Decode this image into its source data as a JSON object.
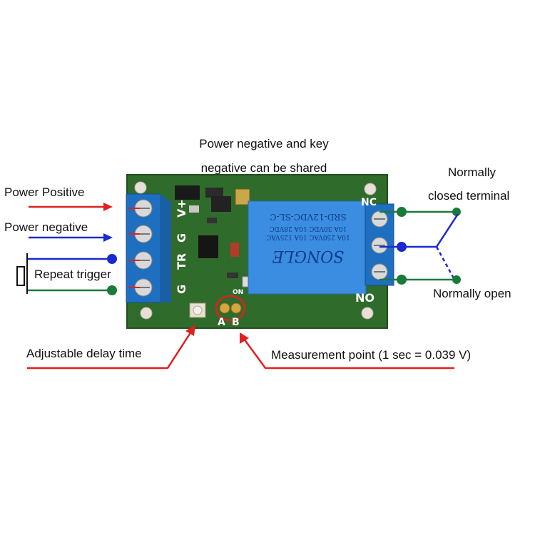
{
  "labels": {
    "top_note_line1": "Power negative and key",
    "top_note_line2": "negative can be shared",
    "power_positive": "Power Positive",
    "power_negative": "Power negative",
    "repeat_trigger": "Repeat trigger",
    "normally_closed_line1": "Normally",
    "normally_closed_line2": "closed terminal",
    "normally_open": "Normally open",
    "adjustable_delay": "Adjustable delay time",
    "measurement_point": "Measurement point (1 sec = 0.039 V)"
  },
  "board": {
    "pins": [
      "V+",
      "G",
      "TR",
      "G"
    ],
    "test_points": [
      "A",
      "B"
    ],
    "switch_label": "ON",
    "relay_terminal_top": "NC",
    "relay_terminal_bottom": "NO",
    "relay_brand": "SONGLE",
    "relay_model": "SRD-12VDC-SL-C",
    "relay_rating1": "10A 250VAC 10A 125VAC",
    "relay_rating2": "10A 30VDC 10A 28VDC"
  },
  "colors": {
    "pcb": "#2f6b2a",
    "terminal_blue": "#1f6fc0",
    "relay_blue": "#3a8de0",
    "wire_red": "#e02020",
    "wire_blue": "#1a2ad0",
    "wire_green": "#1a7a3a"
  }
}
